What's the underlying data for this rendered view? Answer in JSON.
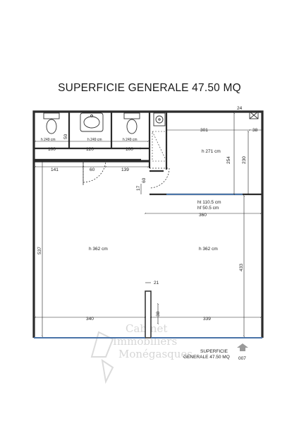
{
  "title": "SUPERFICIE GENERALE 47.50 MQ",
  "dimensions": {
    "d24": "24",
    "d301": "301",
    "d38": "38",
    "d254": "254",
    "d230": "230",
    "d100a": "100",
    "d120": "120",
    "d100b": "100",
    "d50": "50",
    "d141": "141",
    "d60a": "60",
    "d139": "139",
    "d17": "17",
    "d60b": "60",
    "d360": "360",
    "d537": "537",
    "d433": "433",
    "d21": "21",
    "d38b": "38",
    "d340": "340",
    "d339": "339"
  },
  "labels": {
    "h249a": "h 249 cm",
    "h249b": "h 249 cm",
    "h249c": "h 249 cm",
    "h271": "h 271 cm",
    "ht": "ht 110.5 cm",
    "hf": "hf 50.5 cm",
    "h362a": "h 362 cm",
    "h362b": "h 362 cm"
  },
  "stamp": {
    "line1": "SUPERFICIE",
    "line2": "GENERALE 47.50 MQ",
    "code": "007"
  },
  "watermark": {
    "line1": "Cabinet",
    "line2": "Immobiliers",
    "line3": "Monégasques"
  },
  "colors": {
    "wall": "#2b2b2b",
    "glazing": "#4a74a8",
    "accent": "#c6c6c6"
  }
}
